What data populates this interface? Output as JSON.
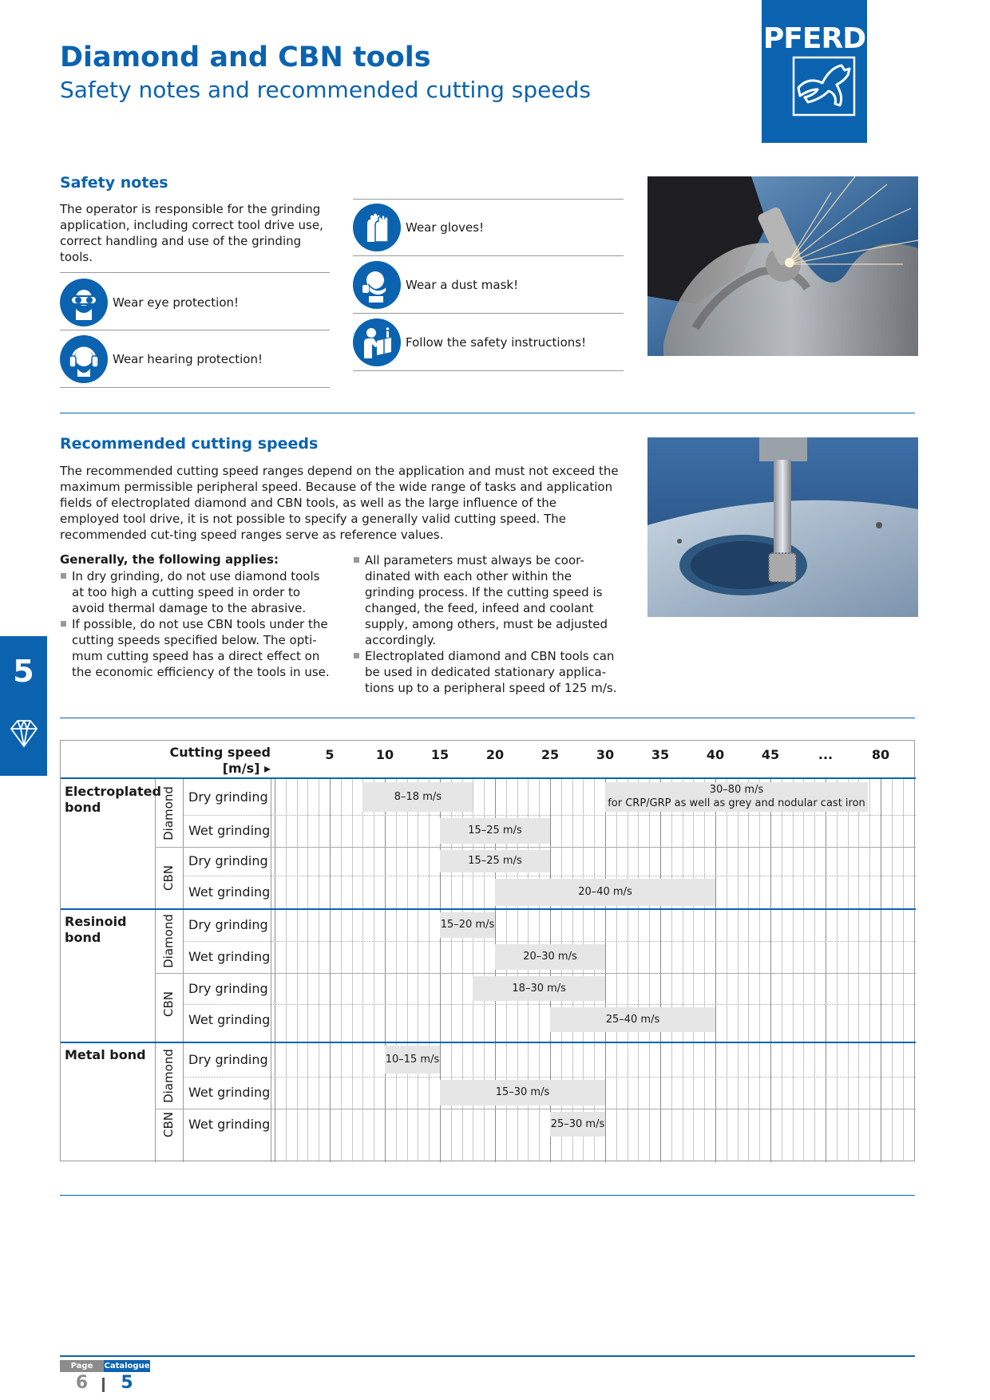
{
  "header": {
    "title": "Diamond and CBN tools",
    "subtitle": "Safety notes and recommended cutting speeds",
    "brand": "PFERD",
    "brand_color": "#0b63b0"
  },
  "safety": {
    "heading": "Safety notes",
    "intro": "The operator is responsible for the grinding application, including correct tool drive use, correct handling and use of the grinding tools.",
    "left_items": [
      {
        "label": "Wear eye protection!",
        "icon": "eye-protection-icon"
      },
      {
        "label": "Wear hearing protection!",
        "icon": "hearing-protection-icon"
      }
    ],
    "right_items": [
      {
        "label": "Wear gloves!",
        "icon": "gloves-icon"
      },
      {
        "label": "Wear a dust mask!",
        "icon": "dust-mask-icon"
      },
      {
        "label": "Follow the safety instructions!",
        "icon": "safety-instructions-icon"
      }
    ]
  },
  "speeds": {
    "heading": "Recommended cutting speeds",
    "intro": "The recommended cutting speed ranges depend on the application and must not exceed the maximum permissible peripheral speed. Because of the wide range of tasks and application fields of electroplated diamond and CBN tools, as well as the large influence of the employed tool drive, it is not possible to specify a generally valid cutting speed. The recommended cut-ting speed ranges serve as reference values.",
    "general_heading": "Generally, the following applies:",
    "bullets_left": [
      "In dry grinding, do not use diamond tools at too high a cutting speed in order to avoid thermal damage to the abrasive.",
      "If possible, do not use CBN tools under the cutting speeds specified below. The opti-mum cutting speed has a direct effect on the economic efficiency of the tools in use."
    ],
    "bullets_right": [
      "All parameters must always be coor-dinated with each other within the grinding process. If the cutting speed is changed, the feed, infeed and coolant supply, among others, must be adjusted accordingly.",
      "Electroplated diamond and CBN tools can be used in dedicated stationary applica-tions up to a peripheral speed of 125 m/s."
    ]
  },
  "side_tab": {
    "number": "5",
    "icon": "diamond-icon"
  },
  "chart_data": {
    "type": "table",
    "axis_label_line1": "Cutting speed",
    "axis_label_line2": "[m/s] ▸",
    "axis_ticks": [
      "5",
      "10",
      "15",
      "20",
      "25",
      "30",
      "35",
      "40",
      "45",
      "...",
      "80"
    ],
    "rows": [
      {
        "bond": "Electroplated bond",
        "material": "Diamond",
        "process": "Dry grinding",
        "range": [
          8,
          18
        ],
        "label": "8–18 m/s",
        "extra": {
          "range": [
            30,
            80
          ],
          "label": "30–80 m/s",
          "note": "for CRP/GRP as well as grey and nodular cast iron"
        }
      },
      {
        "bond": "Electroplated bond",
        "material": "Diamond",
        "process": "Wet grinding",
        "range": [
          15,
          25
        ],
        "label": "15–25 m/s"
      },
      {
        "bond": "Electroplated bond",
        "material": "CBN",
        "process": "Dry grinding",
        "range": [
          15,
          25
        ],
        "label": "15–25 m/s"
      },
      {
        "bond": "Electroplated bond",
        "material": "CBN",
        "process": "Wet grinding",
        "range": [
          20,
          40
        ],
        "label": "20–40 m/s"
      },
      {
        "bond": "Resinoid bond",
        "material": "Diamond",
        "process": "Dry grinding",
        "range": [
          15,
          20
        ],
        "label": "15–20 m/s"
      },
      {
        "bond": "Resinoid bond",
        "material": "Diamond",
        "process": "Wet grinding",
        "range": [
          20,
          30
        ],
        "label": "20–30 m/s"
      },
      {
        "bond": "Resinoid bond",
        "material": "CBN",
        "process": "Dry grinding",
        "range": [
          18,
          30
        ],
        "label": "18–30 m/s"
      },
      {
        "bond": "Resinoid bond",
        "material": "CBN",
        "process": "Wet grinding",
        "range": [
          25,
          40
        ],
        "label": "25–40 m/s"
      },
      {
        "bond": "Metal bond",
        "material": "Diamond",
        "process": "Dry grinding",
        "range": [
          10,
          15
        ],
        "label": "10–15 m/s"
      },
      {
        "bond": "Metal bond",
        "material": "Diamond",
        "process": "Wet grinding",
        "range": [
          15,
          30
        ],
        "label": "15–30 m/s"
      },
      {
        "bond": "Metal bond",
        "material": "CBN",
        "process": "Wet grinding",
        "range": [
          25,
          30
        ],
        "label": "25–30 m/s"
      }
    ],
    "bonds": [
      {
        "line1": "Electroplated",
        "line2": "bond"
      },
      {
        "line1": "Resinoid",
        "line2": "bond"
      },
      {
        "line1": "Metal bond",
        "line2": ""
      }
    ],
    "materials": [
      "Diamond",
      "CBN",
      "Diamond",
      "CBN",
      "Diamond",
      "CBN"
    ]
  },
  "footer": {
    "page_label": "Page",
    "catalogue_label": "Catalogue",
    "page_number": "6",
    "catalogue_number": "5"
  }
}
